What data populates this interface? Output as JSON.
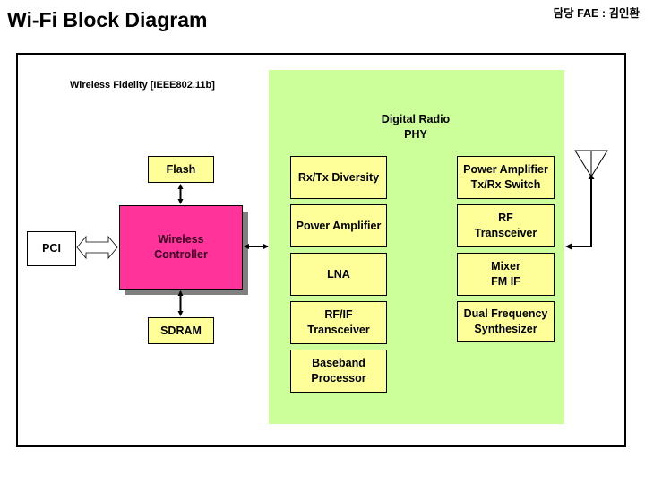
{
  "header": {
    "title": "Wi-Fi Block Diagram",
    "presenter": "담당 FAE : 김인환"
  },
  "diagram": {
    "subtitle": "Wireless Fidelity [IEEE802.11b]",
    "phy_group": {
      "label_line1": "Digital Radio",
      "label_line2": "PHY",
      "color": "#ccff99"
    },
    "host_side": {
      "pci": "PCI",
      "flash": "Flash",
      "sdram": "SDRAM",
      "controller_line1": "Wireless",
      "controller_line2": "Controller",
      "controller_color": "#ff3399",
      "memory_color": "#ffff99"
    },
    "phy_left_column": [
      {
        "line1": "Rx/Tx Diversity",
        "line2": ""
      },
      {
        "line1": "Power Amplifier",
        "line2": ""
      },
      {
        "line1": "LNA",
        "line2": ""
      },
      {
        "line1": "RF/IF",
        "line2": "Transceiver"
      },
      {
        "line1": "Baseband",
        "line2": "Processor"
      }
    ],
    "phy_right_column": [
      {
        "line1": "Power Amplifier",
        "line2": "Tx/Rx Switch"
      },
      {
        "line1": "RF",
        "line2": "Transceiver"
      },
      {
        "line1": "Mixer",
        "line2": "FM IF"
      },
      {
        "line1": "Dual Frequency",
        "line2": "Synthesizer"
      }
    ],
    "antenna": "antenna-icon"
  }
}
